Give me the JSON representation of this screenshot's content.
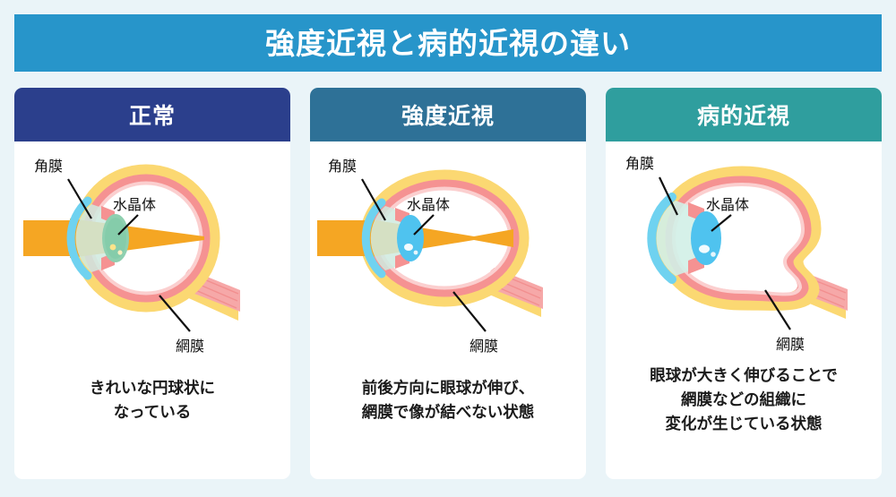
{
  "page": {
    "background_color": "#eaf4f8",
    "title": "強度近視と病的近視の違い",
    "title_bar_color": "#2795ca"
  },
  "cards": [
    {
      "id": "normal",
      "header_label": "正常",
      "header_color": "#2b3f8c",
      "caption_lines": [
        "きれいな円球状に",
        "なっている"
      ],
      "diagram": {
        "name": "normal-eye-diagram",
        "eye_shape": "round",
        "has_light_beam": true,
        "focus_point": "on-retina",
        "lens_color": "#8fd0b0",
        "cornea_color": "#6fd2f0",
        "sclera_color": "#fbd872",
        "retina_color": "#f59292",
        "light_color": "#f5a623",
        "labels": [
          {
            "text": "角膜",
            "name": "cornea-label"
          },
          {
            "text": "水晶体",
            "name": "lens-label"
          },
          {
            "text": "網膜",
            "name": "retina-label"
          }
        ]
      }
    },
    {
      "id": "high-myopia",
      "header_label": "強度近視",
      "header_color": "#2e7197",
      "caption_lines": [
        "前後方向に眼球が伸び、",
        "網膜で像が結べない状態"
      ],
      "diagram": {
        "name": "high-myopia-eye-diagram",
        "eye_shape": "elongated-oval",
        "has_light_beam": true,
        "focus_point": "in-front-of-retina",
        "lens_color": "#4fc3ef",
        "cornea_color": "#6fd2f0",
        "sclera_color": "#fbd872",
        "retina_color": "#f59292",
        "light_color": "#f5a623",
        "labels": [
          {
            "text": "角膜",
            "name": "cornea-label"
          },
          {
            "text": "水晶体",
            "name": "lens-label"
          },
          {
            "text": "網膜",
            "name": "retina-label"
          }
        ]
      }
    },
    {
      "id": "pathologic-myopia",
      "header_label": "病的近視",
      "header_color": "#2f9e9e",
      "caption_lines": [
        "眼球が大きく伸びることで",
        "網膜などの組織に",
        "変化が生じている状態"
      ],
      "diagram": {
        "name": "pathologic-myopia-eye-diagram",
        "eye_shape": "deformed-elongated",
        "has_light_beam": false,
        "focus_point": "none",
        "lens_color": "#4fc3ef",
        "cornea_color": "#6fd2f0",
        "sclera_color": "#fbd872",
        "retina_color": "#f59292",
        "light_color": "#f5a623",
        "labels": [
          {
            "text": "角膜",
            "name": "cornea-label"
          },
          {
            "text": "水晶体",
            "name": "lens-label"
          },
          {
            "text": "網膜",
            "name": "retina-label"
          }
        ]
      }
    }
  ]
}
